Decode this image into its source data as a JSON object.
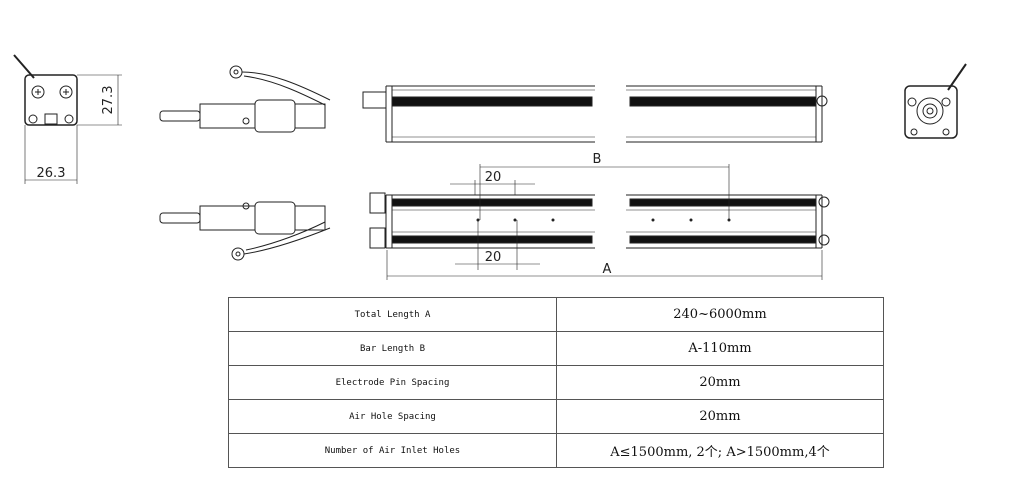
{
  "dimensions": {
    "end_height": "27.3",
    "end_width": "26.3",
    "bar_length": "B",
    "electrode_spacing": "20",
    "air_hole_spacing": "20",
    "total_length": "A"
  },
  "spec_table": {
    "rows": [
      {
        "label": "Total Length A",
        "value": "240~6000mm"
      },
      {
        "label": "Bar Length B",
        "value": "A-110mm"
      },
      {
        "label": "Electrode Pin Spacing",
        "value": "20mm"
      },
      {
        "label": "Air Hole Spacing",
        "value": "20mm"
      },
      {
        "label": "Number of Air Inlet Holes",
        "value": "A≤1500mm, 2个; A>1500mm,4个"
      }
    ]
  }
}
